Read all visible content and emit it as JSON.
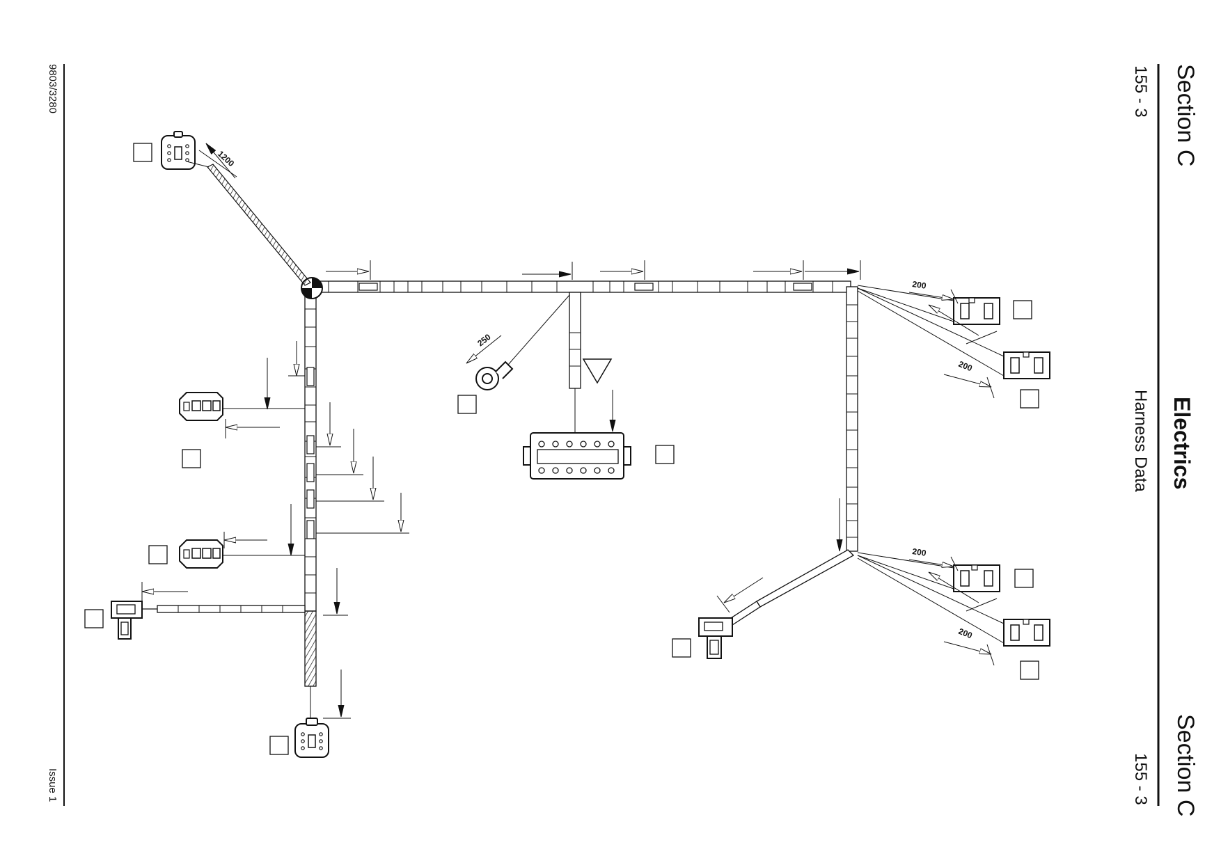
{
  "header": {
    "section_top": "Section C",
    "page_top": "155 - 3",
    "title": "Electrics",
    "subtitle": "Harness Data",
    "section_bottom": "Section C",
    "page_bottom": "155 - 3"
  },
  "footer": {
    "doc_number": "9803/3280",
    "issue": "Issue 1"
  },
  "dimensions": {
    "top_left_lead": "1200",
    "earth_lead": "250",
    "upper_right_a": "200",
    "upper_right_b": "200",
    "lower_right_a": "200",
    "lower_right_b": "200"
  },
  "colors": {
    "line": "#111111",
    "paper": "#ffffff"
  }
}
